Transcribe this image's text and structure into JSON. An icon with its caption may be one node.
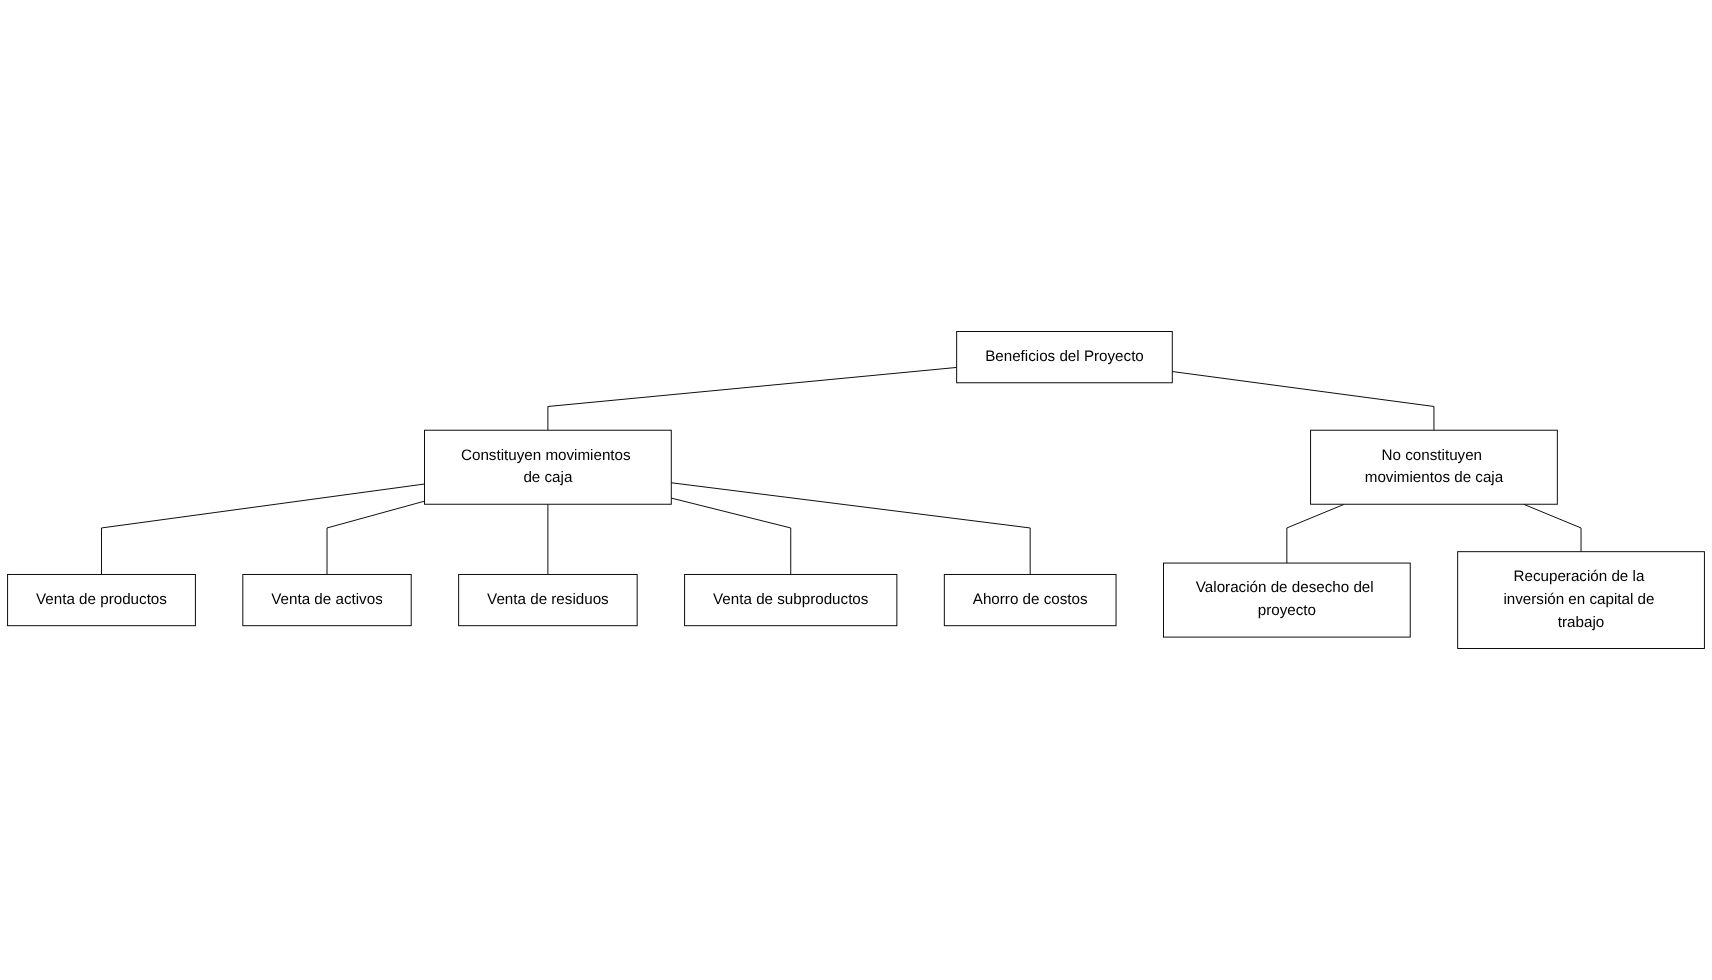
{
  "diagram": {
    "nodes": [
      {
        "text": [
          "Beneficios del Proyecto"
        ]
      },
      {
        "text": [
          "Constituyen movimientos de caja"
        ]
      },
      {
        "text": [
          "No constituyen movimientos de caja"
        ]
      },
      {
        "text": [
          "Venta de productos"
        ]
      },
      {
        "text": [
          "Venta de activos"
        ]
      },
      {
        "text": [
          "Venta de residuos"
        ]
      },
      {
        "text": [
          "Venta de subproductos"
        ]
      },
      {
        "text": [
          "Ahorro de costos"
        ]
      },
      {
        "text": [
          "Valoración de desecho del proyecto"
        ]
      },
      {
        "text": [
          "Recuperación de la inversión en capital de trabajo"
        ]
      }
    ],
    "edges": [
      {
        "from": 0,
        "to": 1,
        "arrow": "none"
      },
      {
        "from": 0,
        "to": 2,
        "arrow": "none"
      },
      {
        "from": 1,
        "to": 3,
        "arrow": "none"
      },
      {
        "from": 1,
        "to": 4,
        "arrow": "none"
      },
      {
        "from": 1,
        "to": 5,
        "arrow": "none"
      },
      {
        "from": 1,
        "to": 6,
        "arrow": "none"
      },
      {
        "from": 1,
        "to": 7,
        "arrow": "none"
      },
      {
        "from": 2,
        "to": 8,
        "arrow": "none"
      },
      {
        "from": 2,
        "to": 9,
        "arrow": "none"
      }
    ]
  }
}
